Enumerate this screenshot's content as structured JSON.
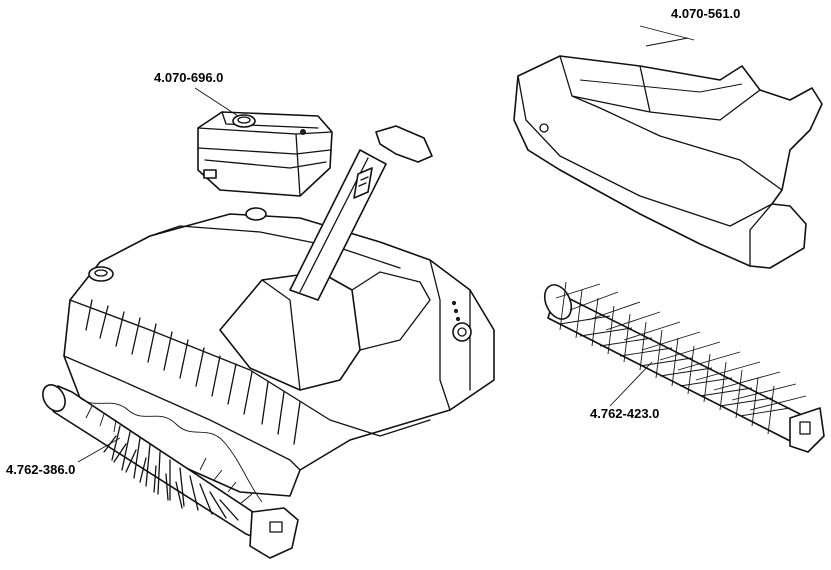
{
  "parts": [
    {
      "id": "battery",
      "part_number": "4.070-696.0"
    },
    {
      "id": "dust-container",
      "part_number": "4.070-561.0"
    },
    {
      "id": "round-brush-large",
      "part_number": "4.762-423.0"
    },
    {
      "id": "side-roller-brush",
      "part_number": "4.762-386.0"
    }
  ],
  "colors": {
    "line": "#111111",
    "background": "#ffffff"
  }
}
